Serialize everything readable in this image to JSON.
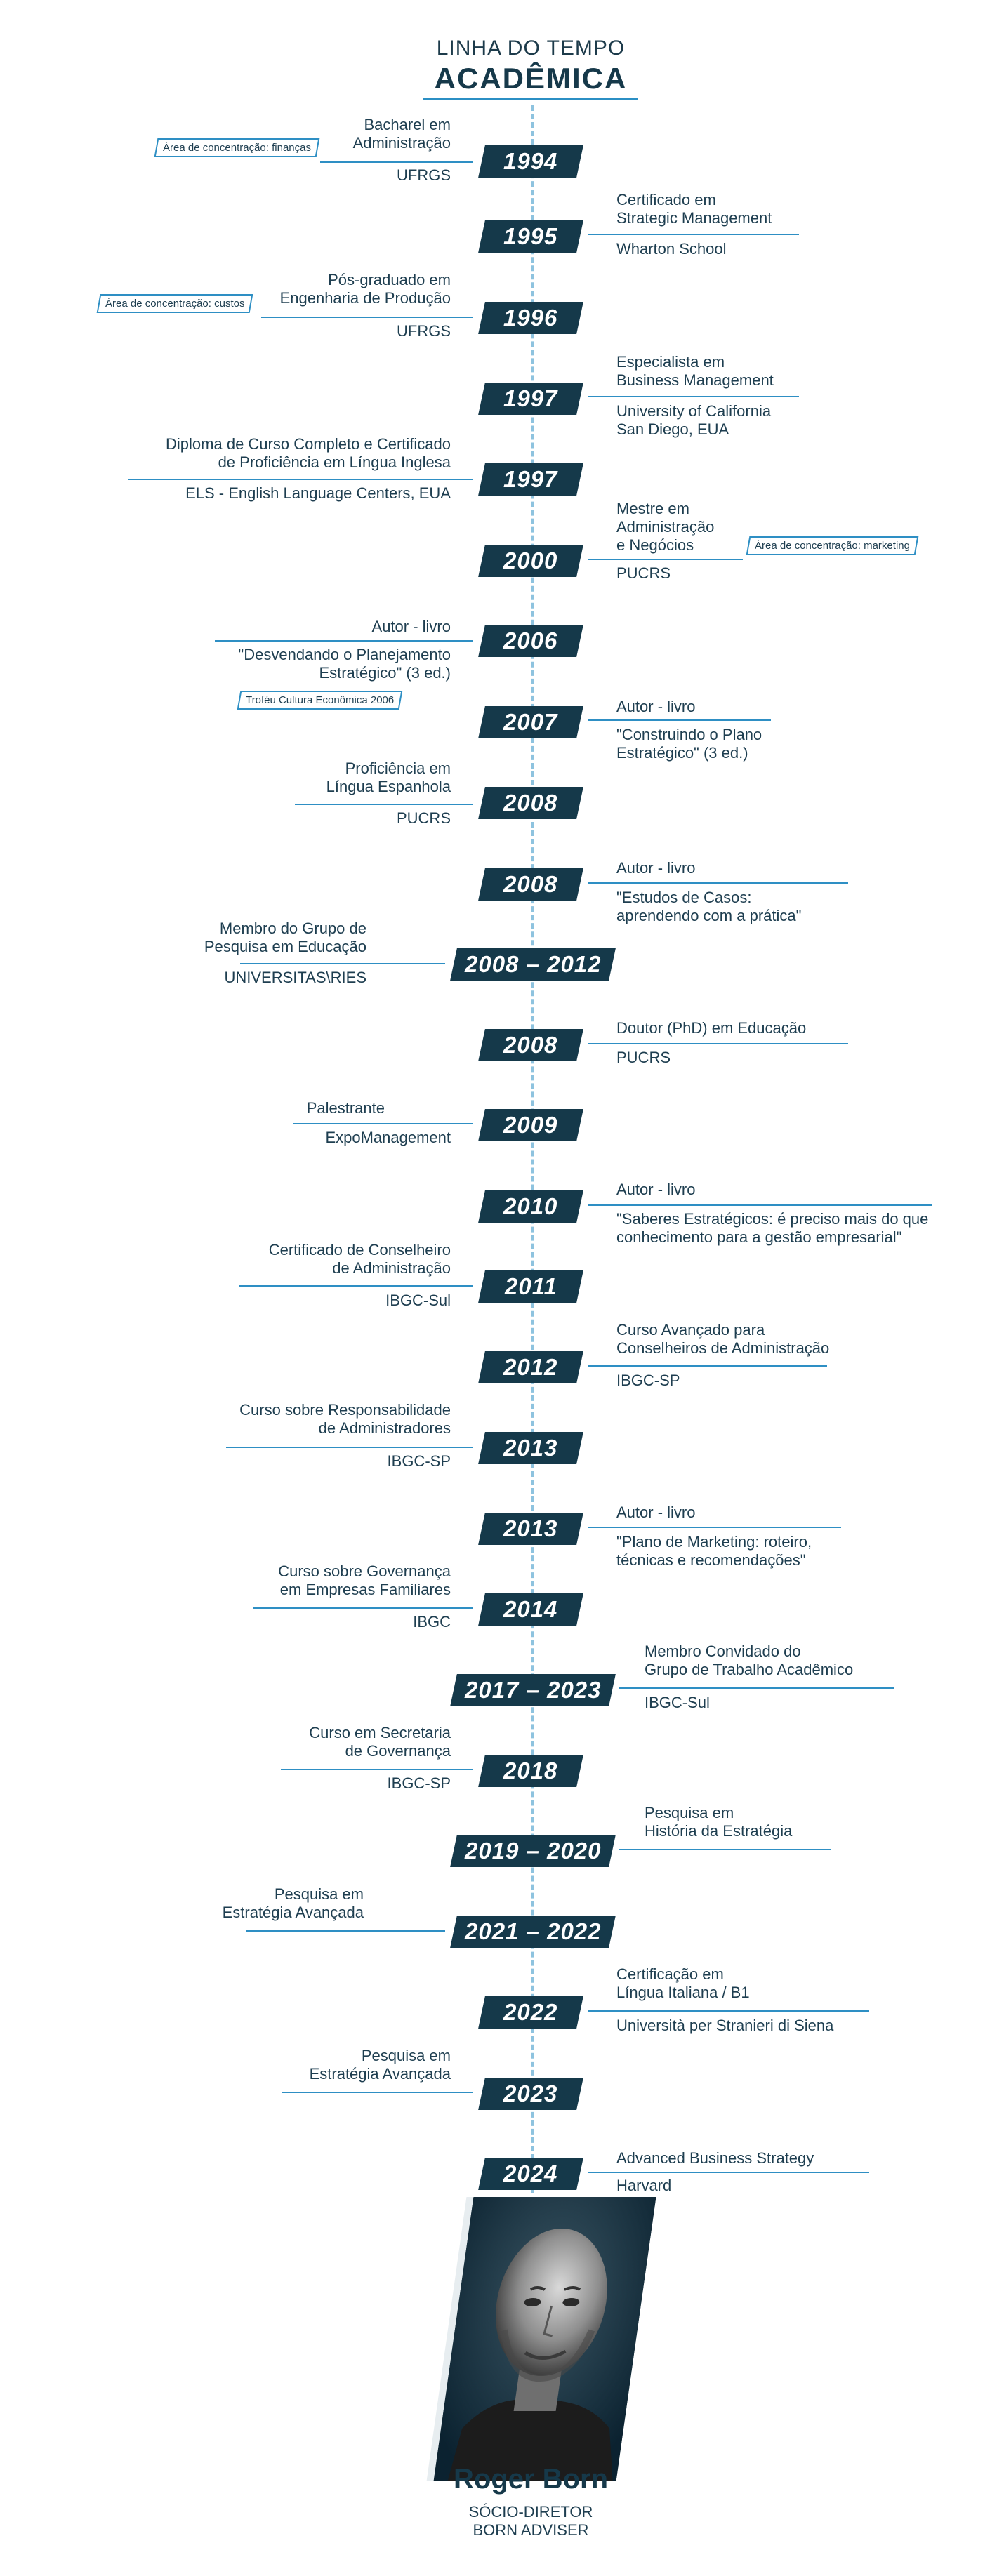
{
  "header": {
    "line1": "LINHA DO TEMPO",
    "line2": "ACADÊMICA"
  },
  "entries": [
    {
      "year": "1994",
      "title": "Bacharel em\nAdministração",
      "sub": "UFRGS",
      "tag": "Área de concentração: finanças"
    },
    {
      "year": "1995",
      "title": "Certificado em\nStrategic Management",
      "sub": "Wharton School"
    },
    {
      "year": "1996",
      "title": "Pós-graduado em\nEngenharia de Produção",
      "sub": "UFRGS",
      "tag": "Área de concentração: custos"
    },
    {
      "year": "1997",
      "title": "Especialista em\nBusiness Management",
      "sub": "University of California\nSan Diego, EUA"
    },
    {
      "year": "1997",
      "title": "Diploma de Curso Completo e Certificado\nde Proficiência em Língua Inglesa",
      "sub": "ELS - English Language Centers, EUA"
    },
    {
      "year": "2000",
      "title": "Mestre em\nAdministração\ne Negócios",
      "sub": "PUCRS",
      "tag": "Área de concentração: marketing"
    },
    {
      "year": "2006",
      "title": "Autor - livro",
      "sub": "\"Desvendando o Planejamento\nEstratégico\" (3 ed.)",
      "tag": "Troféu Cultura Econômica 2006"
    },
    {
      "year": "2007",
      "title": "Autor - livro",
      "sub": "\"Construindo o Plano\nEstratégico\" (3 ed.)"
    },
    {
      "year": "2008",
      "title": "Proficiência em\nLíngua Espanhola",
      "sub": "PUCRS"
    },
    {
      "year": "2008",
      "title": "Autor - livro",
      "sub": "\"Estudos de Casos:\naprendendo com a prática\""
    },
    {
      "year": "2008 – 2012",
      "title": "Membro do Grupo de\nPesquisa em Educação",
      "sub": "UNIVERSITAS\\RIES"
    },
    {
      "year": "2008",
      "title": "Doutor (PhD) em Educação",
      "sub": "PUCRS"
    },
    {
      "year": "2009",
      "title": "Palestrante",
      "sub": "ExpoManagement"
    },
    {
      "year": "2010",
      "title": "Autor - livro",
      "sub": "\"Saberes Estratégicos: é preciso mais do que\nconhecimento para a gestão empresarial\""
    },
    {
      "year": "2011",
      "title": "Certificado de Conselheiro\nde Administração",
      "sub": "IBGC-Sul"
    },
    {
      "year": "2012",
      "title": "Curso Avançado para\nConselheiros de Administração",
      "sub": "IBGC-SP"
    },
    {
      "year": "2013",
      "title": "Curso sobre Responsabilidade\nde Administradores",
      "sub": "IBGC-SP"
    },
    {
      "year": "2013",
      "title": "Autor - livro",
      "sub": "\"Plano de Marketing: roteiro,\ntécnicas e recomendações\""
    },
    {
      "year": "2014",
      "title": "Curso sobre Governança\nem Empresas Familiares",
      "sub": "IBGC"
    },
    {
      "year": "2017 – 2023",
      "title": "Membro Convidado do\nGrupo de Trabalho Acadêmico",
      "sub": "IBGC-Sul"
    },
    {
      "year": "2018",
      "title": "Curso em Secretaria\nde Governança",
      "sub": "IBGC-SP"
    },
    {
      "year": "2019 – 2020",
      "title": "Pesquisa em\nHistória da Estratégia",
      "sub": ""
    },
    {
      "year": "2021 – 2022",
      "title": "Pesquisa em\nEstratégia Avançada",
      "sub": ""
    },
    {
      "year": "2022",
      "title": "Certificação em\nLíngua Italiana / B1",
      "sub": "Università per Stranieri di Siena"
    },
    {
      "year": "2023",
      "title": "Pesquisa em\nEstratégia Avançada",
      "sub": ""
    },
    {
      "year": "2024",
      "title": "Advanced Business Strategy",
      "sub": "Harvard"
    }
  ],
  "profile": {
    "name": "Roger Born",
    "role1": "SÓCIO-DIRETOR",
    "role2": "BORN ADVISER"
  },
  "colors": {
    "accent": "#2e8fc4",
    "dark": "#15394a",
    "spine": "#8ec3df"
  }
}
